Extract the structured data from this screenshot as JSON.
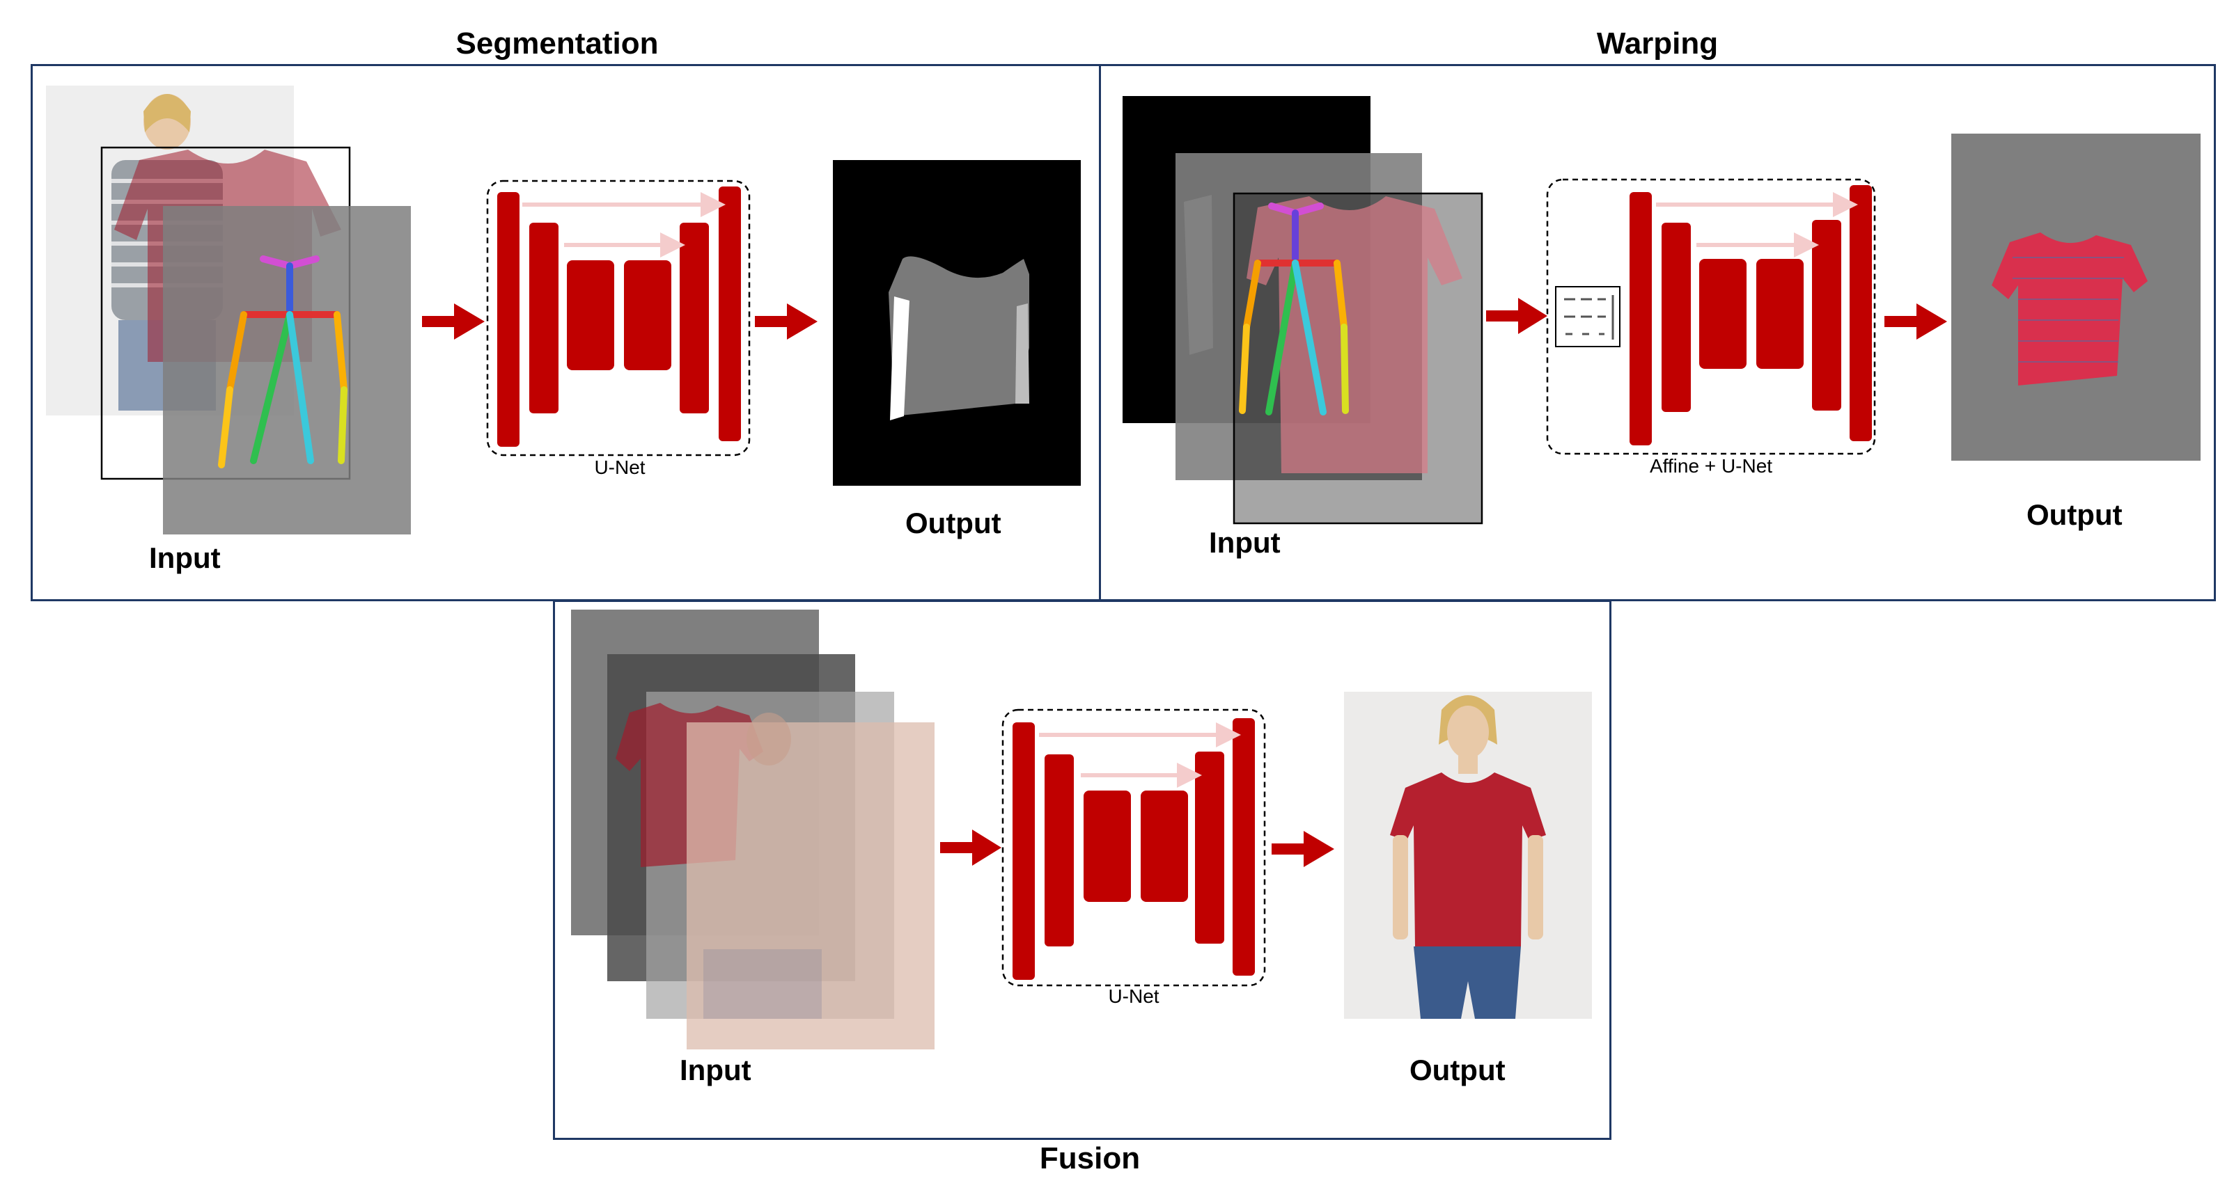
{
  "panels": {
    "segmentation": {
      "title": "Segmentation",
      "input_label": "Input",
      "output_label": "Output",
      "net_label": "U-Net"
    },
    "warping": {
      "title": "Warping",
      "input_label": "Input",
      "output_label": "Output",
      "net_label": "Affine + U-Net"
    },
    "fusion": {
      "title": "Fusion",
      "input_label": "Input",
      "output_label": "Output",
      "net_label": "U-Net"
    }
  },
  "colors": {
    "frame": "#1f3864",
    "unet_block": "#c00000",
    "skip_arrow": "#f4cccc",
    "flow_arrow": "#c00000",
    "gray_overlay": "#7f7f7f",
    "shirt": "#a01c2c",
    "skin_overlay": "#dcbcad"
  },
  "icons": {
    "arrow": "right-arrow-icon",
    "network": "unet-icon",
    "matrix": "affine-matrix-icon"
  }
}
